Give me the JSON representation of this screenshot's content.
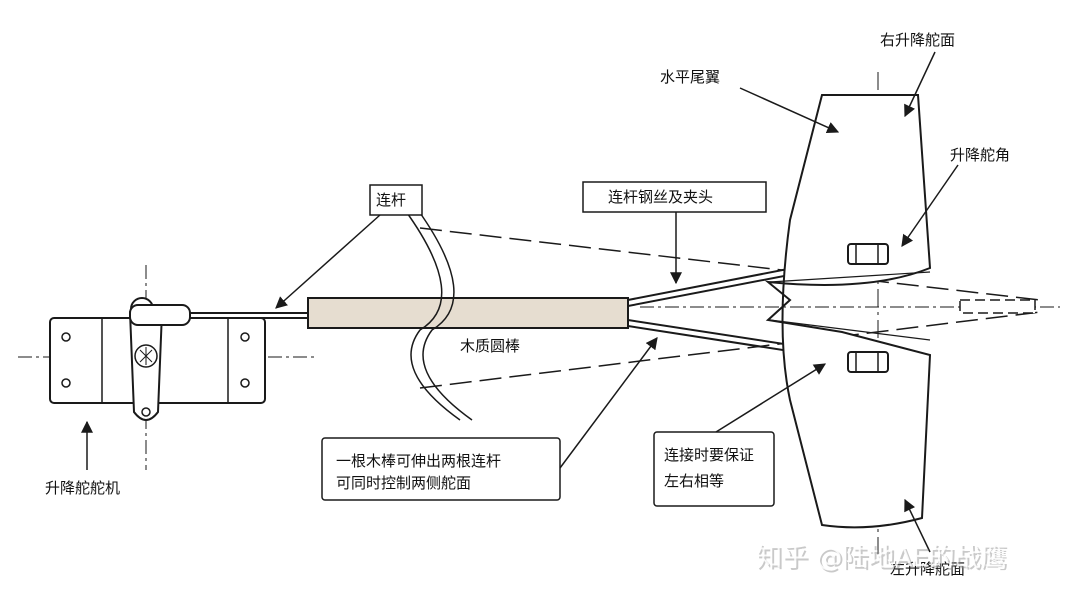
{
  "labels": {
    "servo": "升降舵舵机",
    "pushrod": "连杆",
    "wood_dowel": "木质圆棒",
    "wire_clevis": "连杆钢丝及夹头",
    "horizontal_stab": "水平尾翼",
    "right_elevator": "右升降舵面",
    "control_horn": "升降舵角",
    "left_elevator": "左升降舵面",
    "note_left_line1": "一根木棒可伸出两根连杆",
    "note_left_line2": "可同时控制两侧舵面",
    "note_right_line1": "连接时要保证",
    "note_right_line2": "左右相等"
  },
  "watermark": "知乎 @陆地AE的战鹰",
  "colors": {
    "line": "#1a1a1a",
    "dowel_fill": "#e6ddd0",
    "background": "#ffffff"
  }
}
